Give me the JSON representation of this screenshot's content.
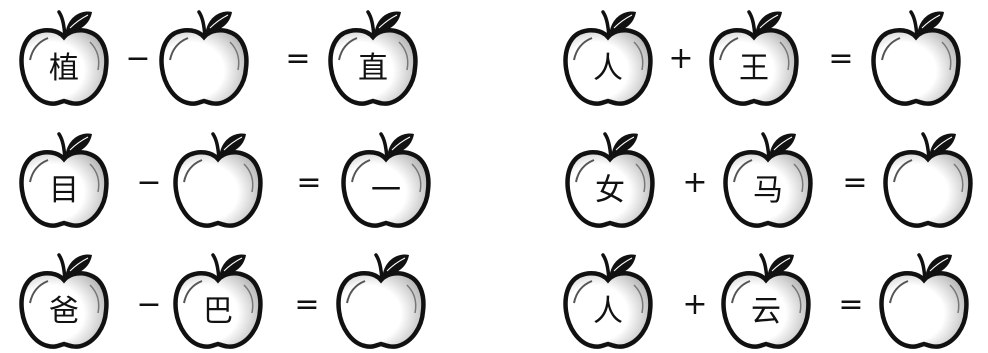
{
  "colors": {
    "ink": "#111111",
    "shade": "#b5b5b5",
    "background": "#ffffff"
  },
  "icon": "apple-icon",
  "left_equations": [
    {
      "a": "植",
      "op": "−",
      "b": "",
      "eq": "=",
      "result": "直"
    },
    {
      "a": "目",
      "op": "−",
      "b": "",
      "eq": "=",
      "result": "一"
    },
    {
      "a": "爸",
      "op": "−",
      "b": "巴",
      "eq": "=",
      "result": ""
    }
  ],
  "right_equations": [
    {
      "a": "人",
      "op": "+",
      "b": "王",
      "eq": "=",
      "result": ""
    },
    {
      "a": "女",
      "op": "+",
      "b": "马",
      "eq": "=",
      "result": ""
    },
    {
      "a": "人",
      "op": "+",
      "b": "云",
      "eq": "=",
      "result": ""
    }
  ]
}
